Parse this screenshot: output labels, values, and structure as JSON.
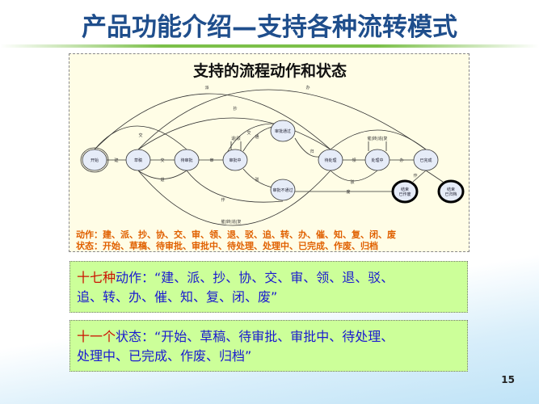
{
  "title": "产品功能介绍—支持各种流转模式",
  "diagram": {
    "title": "支持的流程动作和状态",
    "nodes": [
      "开始",
      "草稿",
      "待审批",
      "审批中",
      "审批通过",
      "审批不通过",
      "待处理",
      "处理中",
      "已完成",
      "结束\n已作废",
      "结束\n已归档"
    ],
    "edge_labels": [
      "建",
      "交",
      "审",
      "通",
      "驳",
      "交",
      "派",
      "办",
      "抄",
      "交",
      "领",
      "办",
      "退",
      "作",
      "归",
      "催|转|追|复",
      "退|驳",
      "驳",
      "废",
      "催|转|追|复",
      "作"
    ],
    "legend_actions": "动作：建、派、抄、协、交、审、领、退、驳、追、转、办、催、知、复、闭、废",
    "legend_states": "状态：开始、草稿、待审批、审批中、待处理、处理中、已完成、作废、归档"
  },
  "actions_box": {
    "count": "十七种",
    "label": "动作：“建、派、抄、协、交、审、领、退、驳、",
    "line2": "追、转、办、催、知、复、闭、废”"
  },
  "states_box": {
    "count": "十一个",
    "label": "状态：“开始、草稿、待审批、审批中、待处理、",
    "line2": "处理中、已完成、作废、归档”"
  },
  "page_number": "15"
}
